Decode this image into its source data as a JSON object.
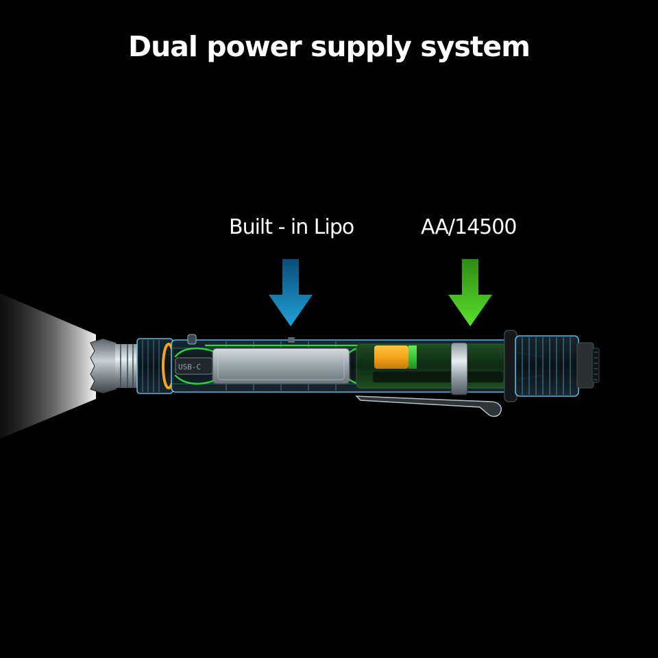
{
  "title": "Dual power supply system",
  "labels": {
    "builtin_lipo": "Built - in Lipo",
    "aa_14500": "AA/14500"
  },
  "flashlight_print": {
    "usb_c": "USB-C"
  },
  "colors": {
    "background": "#000000",
    "text": "#ffffff",
    "lipo_arrow": "#1ea4d6",
    "aa_arrow": "#4fd320",
    "circuit_wire": "#27e23a",
    "battery_cap": "#f4a51c",
    "battery_body": "#3cc83a",
    "shell_outline": "#5cc6ec"
  },
  "icons": {
    "lipo_indicator": "arrow-down-icon",
    "aa_indicator": "arrow-down-icon"
  }
}
